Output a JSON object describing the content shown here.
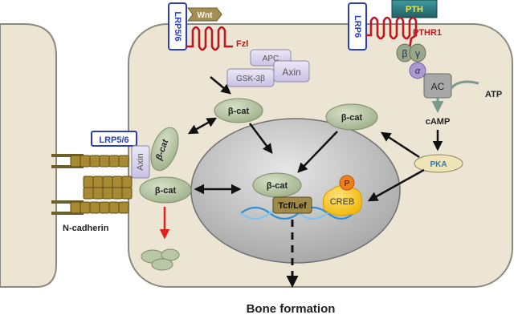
{
  "labels": {
    "wnt": "Wnt",
    "lrp56_top": "LRP5/6",
    "fzl": "Fzl",
    "apc": "APC",
    "gsk": "GSK-3β",
    "axin_top": "Axin",
    "lrp6": "LRP6",
    "pth": "PTH",
    "pthr1": "PTHR1",
    "beta": "β",
    "gamma": "γ",
    "alpha": "α",
    "ac": "AC",
    "atp": "ATP",
    "camp": "cAMP",
    "pka": "PKA",
    "bcat_cyto_top": "β-cat",
    "bcat_cyto_right": "β-cat",
    "bcat_nuclear": "β-cat",
    "tcf": "Tcf/Lef",
    "creb": "CREB",
    "p": "P",
    "lrp56_left": "LRP5/6",
    "axin_left": "Axin",
    "bcat_axin": "β-cat",
    "bcat_membrane": "β-cat",
    "ncadherin": "N-cadherin",
    "bone": "Bone formation"
  },
  "colors": {
    "cell_fill": "#ede5d3",
    "nucleus_fill": "#bdbdbd",
    "bcat_fill": "#b9c7a6",
    "receptor_red": "#c0161c",
    "lrp_blue": "#2a3fb5",
    "pth_fill": "#2c7c80",
    "creb_fill": "#f7c81e",
    "p_fill": "#ef7f1a",
    "cadherin_fill": "#a78a32",
    "arrow_red": "#e0211b",
    "lavender": "#d9d3ee"
  }
}
